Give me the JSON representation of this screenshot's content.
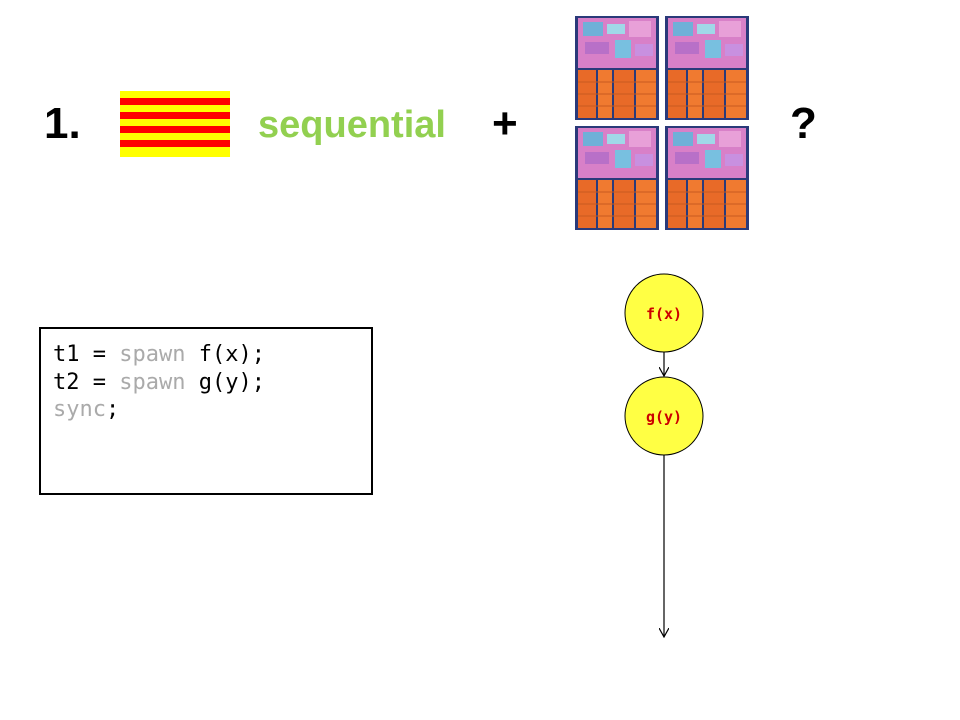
{
  "heading": {
    "number": "1.",
    "sequential_label": "sequential",
    "plus": "+",
    "question": "?"
  },
  "colors": {
    "sequential_label": "#92d050",
    "flag_yellow": "#ffff00",
    "flag_red": "#ff0000",
    "node_fill": "#ffff44",
    "node_text": "#cc0000",
    "code_keyword": "#aaaaaa"
  },
  "icons": {
    "flag": "red-yellow-striped-flag-icon",
    "cpu": "multicore-cpu-die-icon"
  },
  "code": {
    "lines": [
      {
        "target": "t1 = ",
        "keyword": "spawn",
        "call": " f(x);"
      },
      {
        "target": "t2 = ",
        "keyword": "spawn",
        "call": " g(y);"
      },
      {
        "target": "",
        "keyword": "sync",
        "call": ";"
      }
    ]
  },
  "dag": {
    "nodes": [
      {
        "label": "f(x)"
      },
      {
        "label": "g(y)"
      }
    ]
  }
}
